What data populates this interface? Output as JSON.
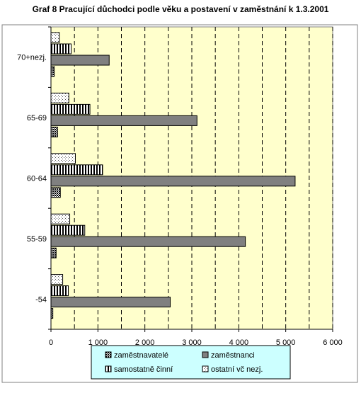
{
  "chart_data": {
    "type": "bar",
    "orientation": "horizontal",
    "title": "Graf 8 Pracující důchodci podle věku a postavení v zaměstnání k 1.3.2001",
    "xlabel": "",
    "ylabel": "",
    "xlim": [
      0,
      6000
    ],
    "x_ticks": [
      "0",
      "1 000",
      "2 000",
      "3 000",
      "4 000",
      "5 000",
      "6 000"
    ],
    "grid": "vertical dashed",
    "legend_position": "bottom",
    "categories": [
      "70+nezj.",
      "65-69",
      "60-64",
      "55-59",
      "-54"
    ],
    "series": [
      {
        "name": "ostatní vč nezj.",
        "pattern": "dots",
        "values": [
          180,
          380,
          520,
          400,
          250
        ]
      },
      {
        "name": "samostatně činní",
        "pattern": "vertical-stripes",
        "values": [
          430,
          830,
          1100,
          720,
          370
        ]
      },
      {
        "name": "zaměstnanci",
        "pattern": "solid-gray",
        "values": [
          1240,
          3110,
          5200,
          4140,
          2540
        ]
      },
      {
        "name": "zaměstnavatelé",
        "pattern": "crosshatch",
        "values": [
          70,
          140,
          200,
          110,
          40
        ]
      }
    ],
    "legend_order": [
      "zaměstnavatelé",
      "zaměstnanci",
      "samostatně činní",
      "ostatní vč nezj."
    ]
  },
  "colors": {
    "plot_background": "#ffffcc",
    "legend_background": "#ccffff",
    "bar_gray": "#808080",
    "outline": "#000000"
  }
}
